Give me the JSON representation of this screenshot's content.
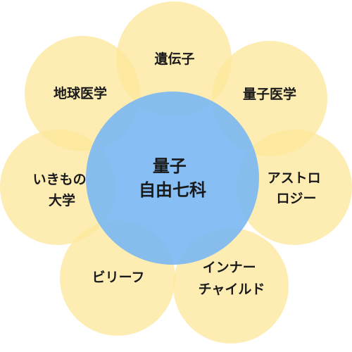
{
  "diagram": {
    "center": {
      "lines": [
        "量子",
        "自由七科"
      ]
    },
    "petals": [
      {
        "id": "top",
        "lines": [
          "遺伝子"
        ]
      },
      {
        "id": "upper-right",
        "lines": [
          "量子医学"
        ]
      },
      {
        "id": "right",
        "lines": [
          "アストロ",
          "ロジー"
        ]
      },
      {
        "id": "lower-right",
        "lines": [
          "インナー",
          "チャイルド"
        ]
      },
      {
        "id": "lower-left",
        "lines": [
          "ビリーフ"
        ]
      },
      {
        "id": "left",
        "lines": [
          "いきもの",
          "大学"
        ]
      },
      {
        "id": "upper-left",
        "lines": [
          "地球医学"
        ]
      }
    ],
    "colors": {
      "petal": "#fce79a",
      "center": "#7db8f2",
      "text": "#1a1a1a"
    }
  }
}
